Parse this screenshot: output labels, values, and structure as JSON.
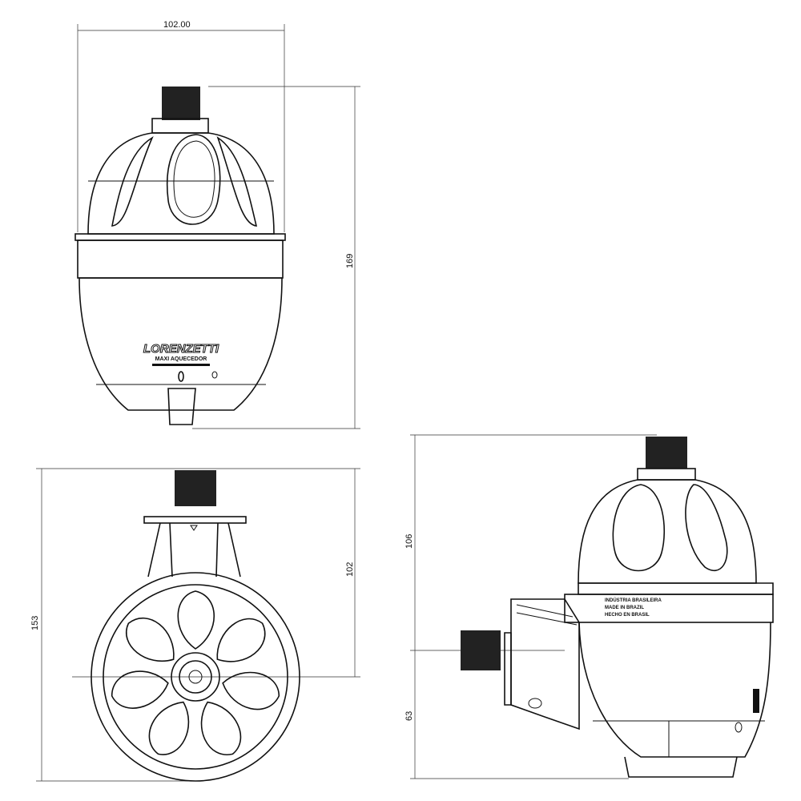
{
  "dimensions": {
    "front_width": "102.00",
    "front_height": "169",
    "bottom_total": "153",
    "bottom_partial": "102",
    "side_upper": "106",
    "side_lower": "63"
  },
  "front_label": {
    "brand": "LORENZETTI",
    "model": "MAXI AQUECEDOR"
  },
  "side_label": {
    "line1": "INDÚSTRIA BRASILEIRA",
    "line2": "MADE IN BRAZIL",
    "line3": "HECHO EN BRASIL"
  }
}
